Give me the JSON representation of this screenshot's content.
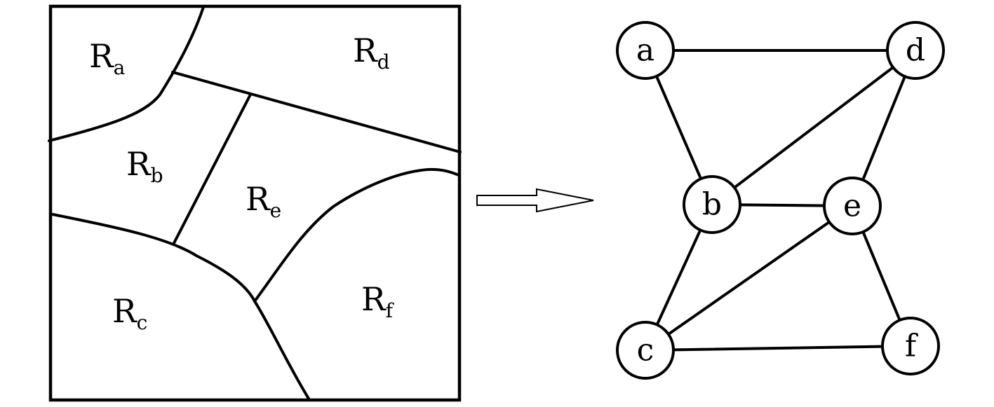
{
  "regions": {
    "a": {
      "letter": "R",
      "sub": "a"
    },
    "b": {
      "letter": "R",
      "sub": "b"
    },
    "c": {
      "letter": "R",
      "sub": "c"
    },
    "d": {
      "letter": "R",
      "sub": "d"
    },
    "e": {
      "letter": "R",
      "sub": "e"
    },
    "f": {
      "letter": "R",
      "sub": "f"
    }
  },
  "graph": {
    "nodes": [
      "a",
      "b",
      "c",
      "d",
      "e",
      "f"
    ],
    "edges": [
      [
        "a",
        "d"
      ],
      [
        "a",
        "b"
      ],
      [
        "b",
        "d"
      ],
      [
        "b",
        "e"
      ],
      [
        "d",
        "e"
      ],
      [
        "b",
        "c"
      ],
      [
        "c",
        "e"
      ],
      [
        "e",
        "f"
      ],
      [
        "c",
        "f"
      ]
    ]
  }
}
